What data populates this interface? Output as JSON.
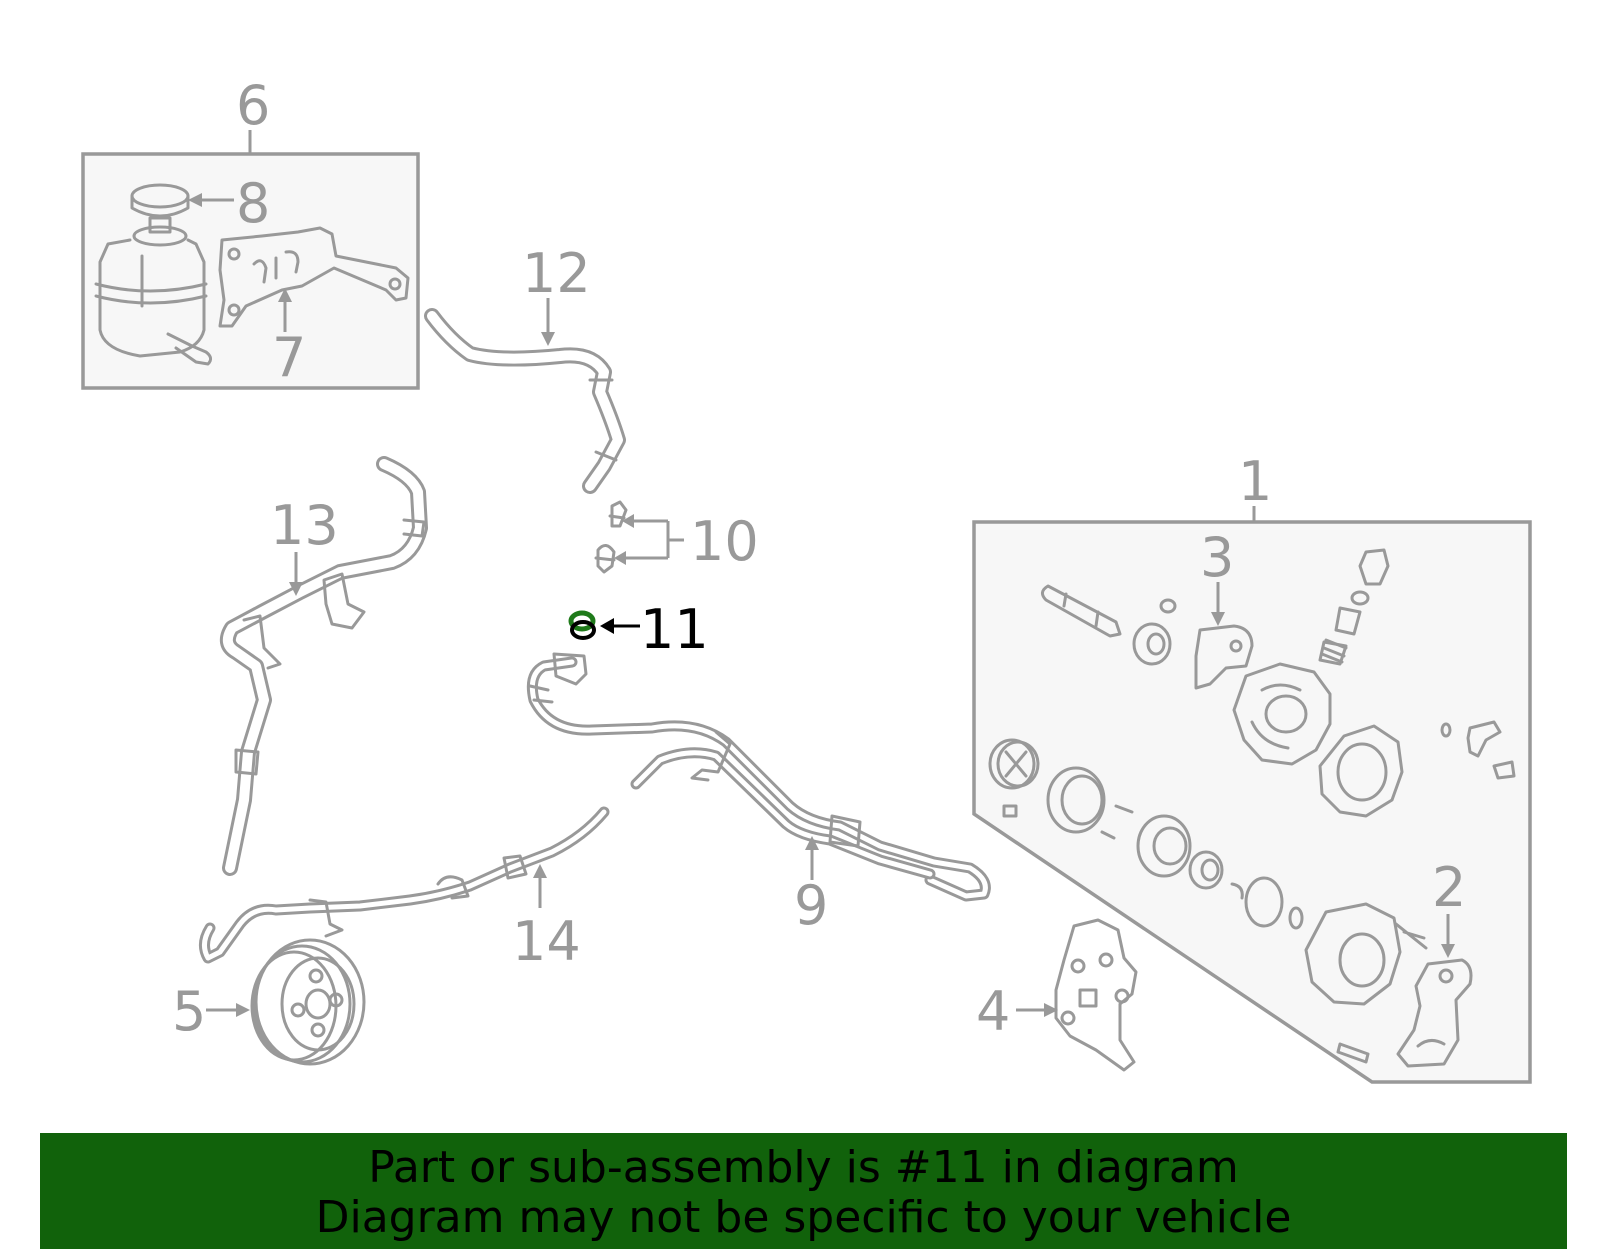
{
  "diagram": {
    "highlight_part": "11",
    "highlight_color": "#1f7a1a",
    "label_color": "#999999",
    "labels": {
      "p1": "1",
      "p2": "2",
      "p3": "3",
      "p4": "4",
      "p5": "5",
      "p6": "6",
      "p7": "7",
      "p8": "8",
      "p9": "9",
      "p10": "10",
      "p11": "11",
      "p12": "12",
      "p13": "13",
      "p14": "14"
    }
  },
  "banner": {
    "background": "#11620b",
    "line1": "Part or sub-assembly is #11 in diagram",
    "line2": "Diagram may not be specific to your vehicle"
  }
}
